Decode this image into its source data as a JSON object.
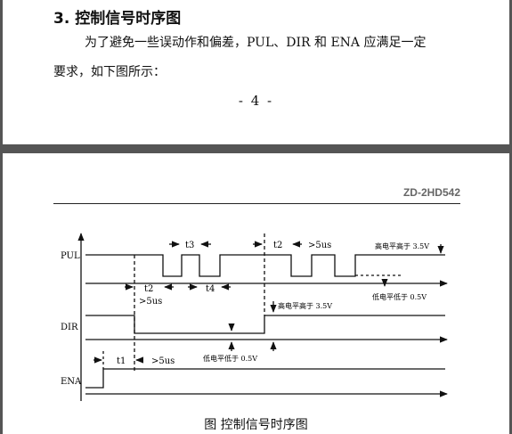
{
  "document": {
    "heading": "3. 控制信号时序图",
    "paragraph_line1": "为了避免一些误动作和偏差，PUL、DIR 和 ENA 应满足一定",
    "paragraph_line2": "要求，如下图所示：",
    "page_number": "- 4 -",
    "header_label": "ZD-2HD542",
    "figure_caption": "图 控制信号时序图"
  },
  "diagram": {
    "signals": {
      "pul": "PUL",
      "dir": "DIR",
      "ena": "ENA"
    },
    "labels": {
      "t1": "t1",
      "t2_first": "t2",
      "t2_second": "t2",
      "t3": "t3",
      "t4": "t4",
      "gt5us_pul_top": ">5us",
      "gt5us_pul_bottom": ">5us",
      "gt5us_ena": ">5us",
      "high_pul": "高电平高于 3.5V",
      "low_pul": "低电平低于 0.5V",
      "high_dir": "高电平高于 3.5V",
      "low_dir": "低电平低于 0.5V"
    }
  }
}
